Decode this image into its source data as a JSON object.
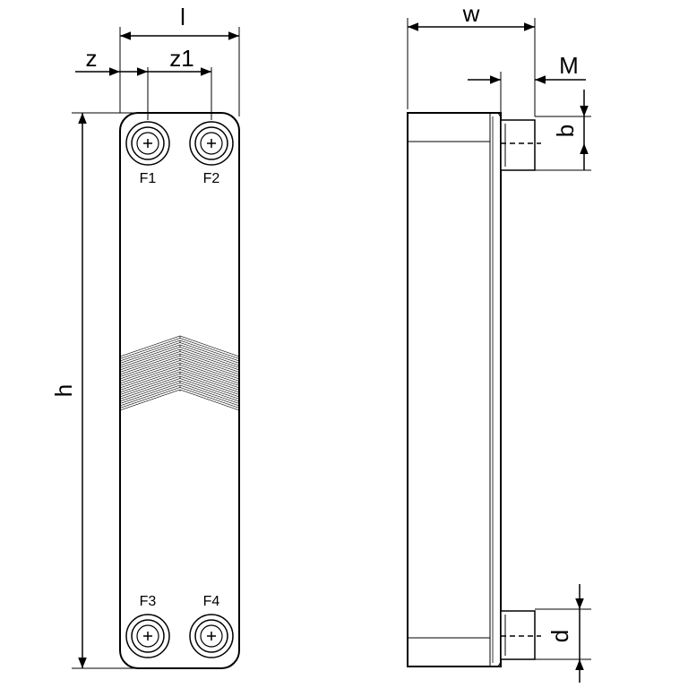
{
  "front_view": {
    "dim_width": "l",
    "dim_z": "z",
    "dim_z1": "z1",
    "dim_height": "h",
    "ports": [
      {
        "label": "F1"
      },
      {
        "label": "F2"
      },
      {
        "label": "F3"
      },
      {
        "label": "F4"
      }
    ]
  },
  "side_view": {
    "dim_depth": "w",
    "dim_thread": "M",
    "dim_b": "b",
    "dim_d": "d"
  }
}
